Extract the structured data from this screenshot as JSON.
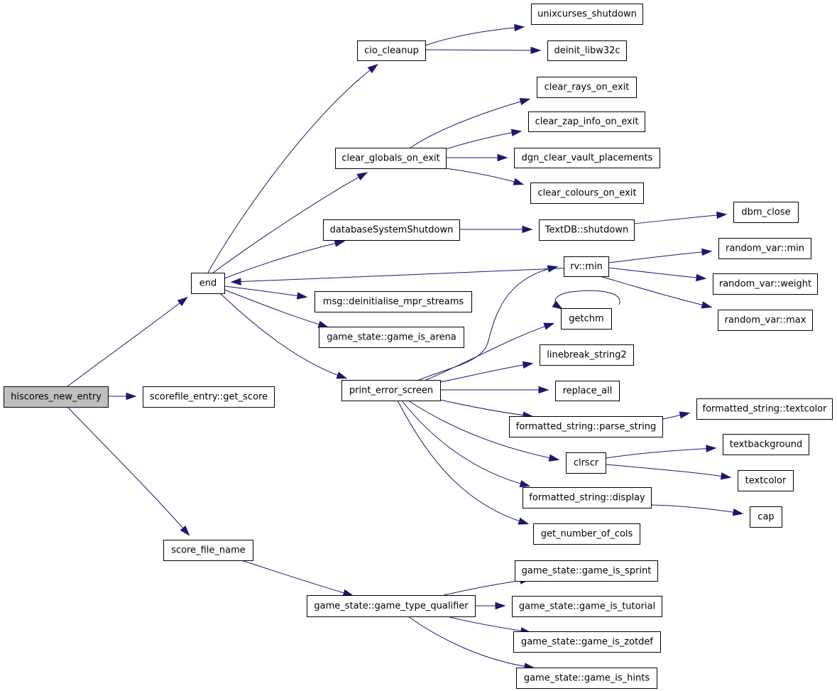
{
  "colors": {
    "edge": "#191970",
    "root_fill": "#bfbfbf",
    "node_fill": "#ffffff",
    "node_border": "#000000"
  },
  "nodes": [
    {
      "id": "hiscores_new_entry",
      "label": "hiscores_new_entry",
      "root": true
    },
    {
      "id": "get_score",
      "label": "scorefile_entry::get_score"
    },
    {
      "id": "end",
      "label": "end"
    },
    {
      "id": "score_file_name",
      "label": "score_file_name"
    },
    {
      "id": "cio_cleanup",
      "label": "cio_cleanup"
    },
    {
      "id": "clear_globals_on_exit",
      "label": "clear_globals_on_exit"
    },
    {
      "id": "databaseSystemShutdown",
      "label": "databaseSystemShutdown"
    },
    {
      "id": "rv_min",
      "label": "rv::min"
    },
    {
      "id": "deinitialise_mpr_streams",
      "label": "msg::deinitialise_mpr_streams"
    },
    {
      "id": "game_is_arena",
      "label": "game_state::game_is_arena"
    },
    {
      "id": "print_error_screen",
      "label": "print_error_screen"
    },
    {
      "id": "unixcurses_shutdown",
      "label": "unixcurses_shutdown"
    },
    {
      "id": "deinit_libw32c",
      "label": "deinit_libw32c"
    },
    {
      "id": "clear_rays_on_exit",
      "label": "clear_rays_on_exit"
    },
    {
      "id": "clear_zap_info_on_exit",
      "label": "clear_zap_info_on_exit"
    },
    {
      "id": "dgn_clear_vault_placements",
      "label": "dgn_clear_vault_placements"
    },
    {
      "id": "clear_colours_on_exit",
      "label": "clear_colours_on_exit"
    },
    {
      "id": "textdb_shutdown",
      "label": "TextDB::shutdown"
    },
    {
      "id": "dbm_close",
      "label": "dbm_close"
    },
    {
      "id": "random_var_min",
      "label": "random_var::min"
    },
    {
      "id": "random_var_weight",
      "label": "random_var::weight"
    },
    {
      "id": "random_var_max",
      "label": "random_var::max"
    },
    {
      "id": "getchm",
      "label": "getchm"
    },
    {
      "id": "linebreak_string2",
      "label": "linebreak_string2"
    },
    {
      "id": "replace_all",
      "label": "replace_all"
    },
    {
      "id": "parse_string",
      "label": "formatted_string::parse_string"
    },
    {
      "id": "fs_textcolor",
      "label": "formatted_string::textcolor"
    },
    {
      "id": "clrscr",
      "label": "clrscr"
    },
    {
      "id": "textbackground",
      "label": "textbackground"
    },
    {
      "id": "textcolor",
      "label": "textcolor"
    },
    {
      "id": "fs_display",
      "label": "formatted_string::display"
    },
    {
      "id": "cap",
      "label": "cap"
    },
    {
      "id": "get_number_of_cols",
      "label": "get_number_of_cols"
    },
    {
      "id": "game_type_qualifier",
      "label": "game_state::game_type_qualifier"
    },
    {
      "id": "game_is_sprint",
      "label": "game_state::game_is_sprint"
    },
    {
      "id": "game_is_tutorial",
      "label": "game_state::game_is_tutorial"
    },
    {
      "id": "game_is_zotdef",
      "label": "game_state::game_is_zotdef"
    },
    {
      "id": "game_is_hints",
      "label": "game_state::game_is_hints"
    }
  ],
  "edges": [
    {
      "from": "hiscores_new_entry",
      "to": "get_score"
    },
    {
      "from": "hiscores_new_entry",
      "to": "end"
    },
    {
      "from": "hiscores_new_entry",
      "to": "score_file_name"
    },
    {
      "from": "end",
      "to": "cio_cleanup"
    },
    {
      "from": "end",
      "to": "clear_globals_on_exit"
    },
    {
      "from": "end",
      "to": "databaseSystemShutdown"
    },
    {
      "from": "end",
      "to": "rv_min"
    },
    {
      "from": "end",
      "to": "deinitialise_mpr_streams"
    },
    {
      "from": "end",
      "to": "game_is_arena"
    },
    {
      "from": "end",
      "to": "print_error_screen"
    },
    {
      "from": "cio_cleanup",
      "to": "unixcurses_shutdown"
    },
    {
      "from": "cio_cleanup",
      "to": "deinit_libw32c"
    },
    {
      "from": "clear_globals_on_exit",
      "to": "clear_rays_on_exit"
    },
    {
      "from": "clear_globals_on_exit",
      "to": "clear_zap_info_on_exit"
    },
    {
      "from": "clear_globals_on_exit",
      "to": "dgn_clear_vault_placements"
    },
    {
      "from": "clear_globals_on_exit",
      "to": "clear_colours_on_exit"
    },
    {
      "from": "databaseSystemShutdown",
      "to": "textdb_shutdown"
    },
    {
      "from": "textdb_shutdown",
      "to": "dbm_close"
    },
    {
      "from": "rv_min",
      "to": "end"
    },
    {
      "from": "rv_min",
      "to": "random_var_min"
    },
    {
      "from": "rv_min",
      "to": "random_var_weight"
    },
    {
      "from": "rv_min",
      "to": "random_var_max"
    },
    {
      "from": "print_error_screen",
      "to": "rv_min"
    },
    {
      "from": "print_error_screen",
      "to": "getchm"
    },
    {
      "from": "print_error_screen",
      "to": "linebreak_string2"
    },
    {
      "from": "print_error_screen",
      "to": "replace_all"
    },
    {
      "from": "print_error_screen",
      "to": "parse_string"
    },
    {
      "from": "print_error_screen",
      "to": "clrscr"
    },
    {
      "from": "print_error_screen",
      "to": "fs_display"
    },
    {
      "from": "print_error_screen",
      "to": "get_number_of_cols"
    },
    {
      "from": "getchm",
      "to": "getchm"
    },
    {
      "from": "parse_string",
      "to": "fs_textcolor"
    },
    {
      "from": "clrscr",
      "to": "textbackground"
    },
    {
      "from": "clrscr",
      "to": "textcolor"
    },
    {
      "from": "fs_display",
      "to": "cap"
    },
    {
      "from": "score_file_name",
      "to": "game_type_qualifier"
    },
    {
      "from": "game_type_qualifier",
      "to": "game_is_sprint"
    },
    {
      "from": "game_type_qualifier",
      "to": "game_is_tutorial"
    },
    {
      "from": "game_type_qualifier",
      "to": "game_is_zotdef"
    },
    {
      "from": "game_type_qualifier",
      "to": "game_is_hints"
    }
  ]
}
